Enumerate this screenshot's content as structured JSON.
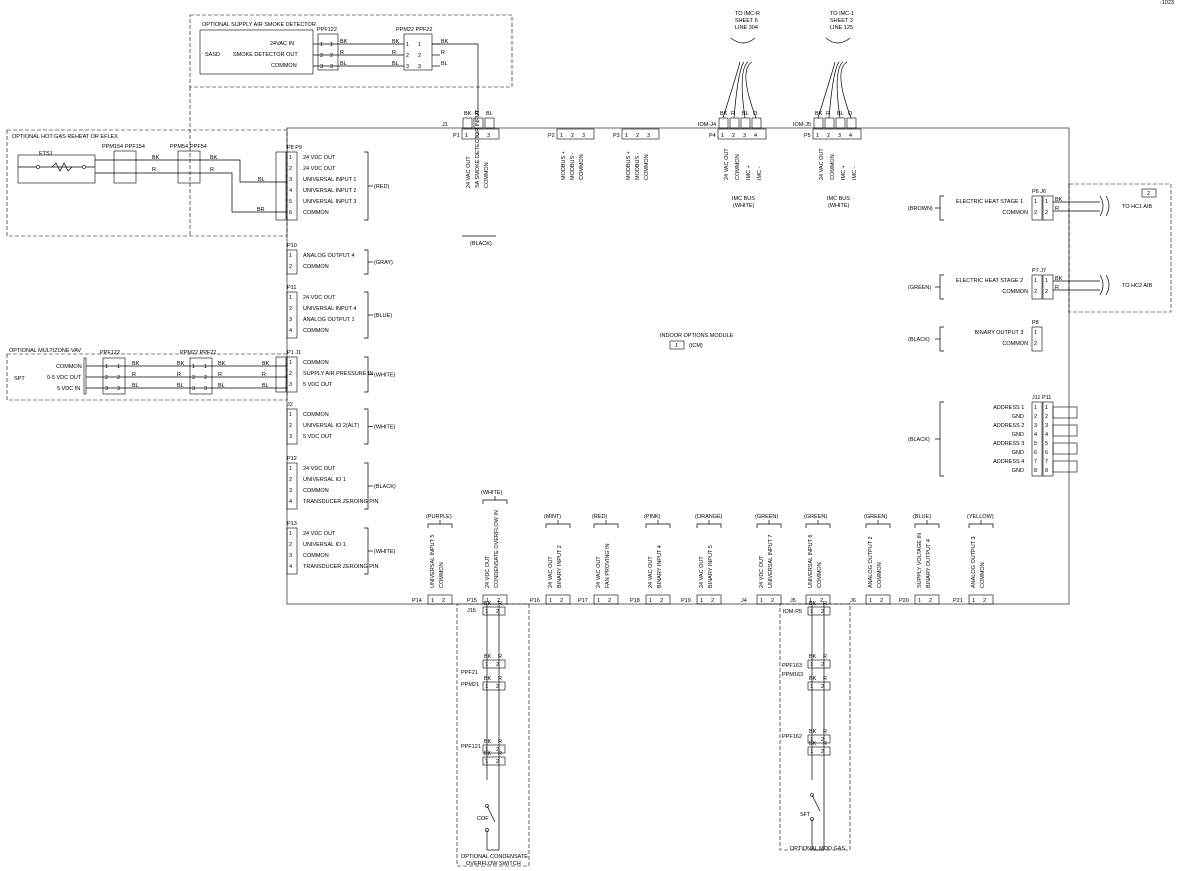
{
  "top_label": {
    "id": "-1023"
  },
  "module": {
    "title": "INDOOR OPTIONS MODULE",
    "ref_num": "1",
    "ref_txt": "(ICM)"
  },
  "sasd": {
    "title": "OPTIONAL SUPPLY AIR SMOKE DETECTOR",
    "device": "SASD",
    "signals": [
      "24VAC IN",
      "SMOKE DETECTOR OUT",
      "COMMON"
    ],
    "conn_a": "PPF122",
    "conn_b": "PPM22 PPF22",
    "wires": [
      "BK",
      "R",
      "BL"
    ]
  },
  "hgr": {
    "title": "OPTIONAL HOT GAS REHEAT OR EFLEX",
    "device": "ETS1",
    "conns": [
      "PPM154",
      "PPF154",
      "PPM54",
      "PPF54"
    ],
    "wires": [
      "BK",
      "R",
      "BL",
      "BR"
    ]
  },
  "mzv": {
    "title": "OPTIONAL MULTIZONE VAV",
    "device": "SPT",
    "signals": [
      "COMMON",
      "0-5 VDC OUT",
      "5 VDC IN"
    ],
    "conn_a": "PPF122",
    "conn_b": "PPM22 PPF22",
    "wires": [
      "BK",
      "R",
      "BL"
    ]
  },
  "top_conns": {
    "p1": {
      "hdr": "J1",
      "lab": "P1",
      "wires": [
        "BK",
        "R",
        "BL"
      ],
      "signals": [
        "24 VAC OUT",
        "SA SMOKE DETECTOR INPUT",
        "COMMON"
      ],
      "color": "(BLACK)"
    },
    "p2": {
      "lab": "P2",
      "signals": [
        "MODBUS +",
        "MODBUS -",
        "COMMON"
      ]
    },
    "p3": {
      "lab": "P3",
      "signals": [
        "MODBUS +",
        "MODBUS -",
        "COMMON"
      ]
    },
    "p4": {
      "hdr": "IOM-J4",
      "lab": "P4",
      "wires": [
        "BK",
        "R",
        "BL",
        "O"
      ],
      "signals": [
        "24 VAC OUT",
        "COMMON",
        "IMC +",
        "IMC -"
      ],
      "bus": "IMC BUS",
      "bus_color": "(WHITE)",
      "to": [
        "TO IMC-R",
        "SHEET 6",
        "LINE 304"
      ]
    },
    "p5": {
      "hdr": "IOM-J5",
      "lab": "P5",
      "wires": [
        "BK",
        "R",
        "BL",
        "O"
      ],
      "signals": [
        "24 VAC OUT",
        "COMMON",
        "IMC +",
        "IMC -"
      ],
      "bus": "IMC BUS",
      "bus_color": "(WHITE)",
      "to": [
        "TO IMC-1",
        "SHEET 3",
        "LINE 125"
      ]
    }
  },
  "left_conns": {
    "p9": {
      "lab": "P8 P9",
      "signals": [
        "24 VDC OUT",
        "24 VDC OUT",
        "UNIVERSAL INPUT 1",
        "UNIVERSAL INPUT 2",
        "UNIVERSAL INPUT 3",
        "COMMON"
      ],
      "color": "(RED)"
    },
    "p10": {
      "lab": "P10",
      "signals": [
        "ANALOG OUTPUT 4",
        "COMMON"
      ],
      "color": "(GRAY)"
    },
    "p11": {
      "lab": "P11",
      "signals": [
        "24 VDC OUT",
        "UNIVERSAL INPUT 4",
        "ANALOG OUTPUT 1",
        "COMMON"
      ],
      "color": "(BLUE)"
    },
    "j1": {
      "lab": "P1 J1",
      "signals": [
        "COMMON",
        "SUPPLY AIR PRESSURE IN",
        "5 VDC OUT"
      ],
      "color": "(WHITE)"
    },
    "j2": {
      "lab": "J2",
      "signals": [
        "COMMON",
        "UNIVERSAL IO 2(ALT)",
        "5 VDC OUT"
      ],
      "color": "(WHITE)"
    },
    "p12": {
      "lab": "P12",
      "signals": [
        "24 VDC OUT",
        "UNIVERSAL IO 1",
        "COMMON",
        "TRANSDUCER ZEROING PIN"
      ],
      "color": "(BLACK)"
    },
    "p13": {
      "lab": "P13",
      "signals": [
        "24 VDC OUT",
        "UNIVERSAL IO 1",
        "COMMON",
        "TRANSDUCER ZEROING PIN"
      ],
      "color": "(WHITE)"
    }
  },
  "right_conns": {
    "p6": {
      "lab": "P6 J6",
      "signals": [
        "ELECTRIC HEAT STAGE 1",
        "COMMON"
      ],
      "color": "(BROWN)",
      "wires": [
        "BK",
        "R"
      ],
      "to": "TO HC1 AIB",
      "ref": "2"
    },
    "p7": {
      "lab": "P7 J7",
      "signals": [
        "ELECTRIC HEAT STAGE 2",
        "COMMON"
      ],
      "color": "(GREEN)",
      "wires": [
        "BK",
        "R"
      ],
      "to": "TO HC2 AIB"
    },
    "p8": {
      "lab": "P8",
      "signals": [
        "BINARY OUTPUT 3",
        "COMMON"
      ],
      "color": "(BLACK)"
    },
    "j11": {
      "lab": "J11 P11",
      "signals": [
        "ADDRESS 1",
        "GND",
        "ADDRESS 2",
        "GND",
        "ADDRESS 3",
        "GND",
        "ADDRESS 4",
        "GND"
      ],
      "color": "(BLACK)"
    }
  },
  "bottom_conns": [
    {
      "lab": "P14",
      "color": "(PURPLE)",
      "signals": [
        "UNIVERSAL INPUT 5",
        "COMMON"
      ]
    },
    {
      "lab": "P15",
      "color": "(WHITE)",
      "signals": [
        "24 VDC OUT",
        "CONDENSATE OVERFLOW IN"
      ]
    },
    {
      "lab": "P16",
      "color": "(MINT)",
      "signals": [
        "24 VAC OUT",
        "BINARY INPUT 2"
      ]
    },
    {
      "lab": "P17",
      "color": "(RED)",
      "signals": [
        "24 VAC OUT",
        "FAN PROVING IN"
      ]
    },
    {
      "lab": "P18",
      "color": "(PINK)",
      "signals": [
        "24 VAC OUT",
        "BINARY INPUT 4"
      ]
    },
    {
      "lab": "P19",
      "color": "(ORANGE)",
      "signals": [
        "24 VAC OUT",
        "BINARY INPUT 5"
      ]
    },
    {
      "lab": "J4",
      "color": "(GREEN)",
      "signals": [
        "24 VDC OUT",
        "UNIVERSAL INPUT 7"
      ]
    },
    {
      "lab": "J5",
      "color": "(GREEN)",
      "signals": [
        "UNIVERSAL INPUT 6",
        "COMMON"
      ]
    },
    {
      "lab": "J6",
      "color": "(GREEN)",
      "signals": [
        "ANALOG OUTPUT 2",
        "COMMON"
      ]
    },
    {
      "lab": "P20",
      "color": "(BLUE)",
      "signals": [
        "SUPPLY VOLTAGE IN",
        "BINARY OUTPUT 4"
      ]
    },
    {
      "lab": "P21",
      "color": "(YELLOW)",
      "signals": [
        "ANALOG OUTPUT 3",
        "COMMON"
      ]
    }
  ],
  "cof": {
    "title_1": "OPTIONAL CONDENSATE",
    "title_2": "OVERFLOW SWITCH",
    "conns": [
      "J15",
      "PPF21",
      "PPM21",
      "PPF121"
    ],
    "device": "COF",
    "wires": [
      "BK",
      "R"
    ]
  },
  "mod": {
    "title": "OPTIONAL MOD GAS",
    "conns": [
      "IOM-P5",
      "PPF163",
      "PPM163",
      "PPF162"
    ],
    "device": "SFT",
    "wires": [
      "BK",
      "R"
    ]
  },
  "pins": [
    "1",
    "2",
    "3",
    "4",
    "5",
    "6",
    "7",
    "8"
  ]
}
